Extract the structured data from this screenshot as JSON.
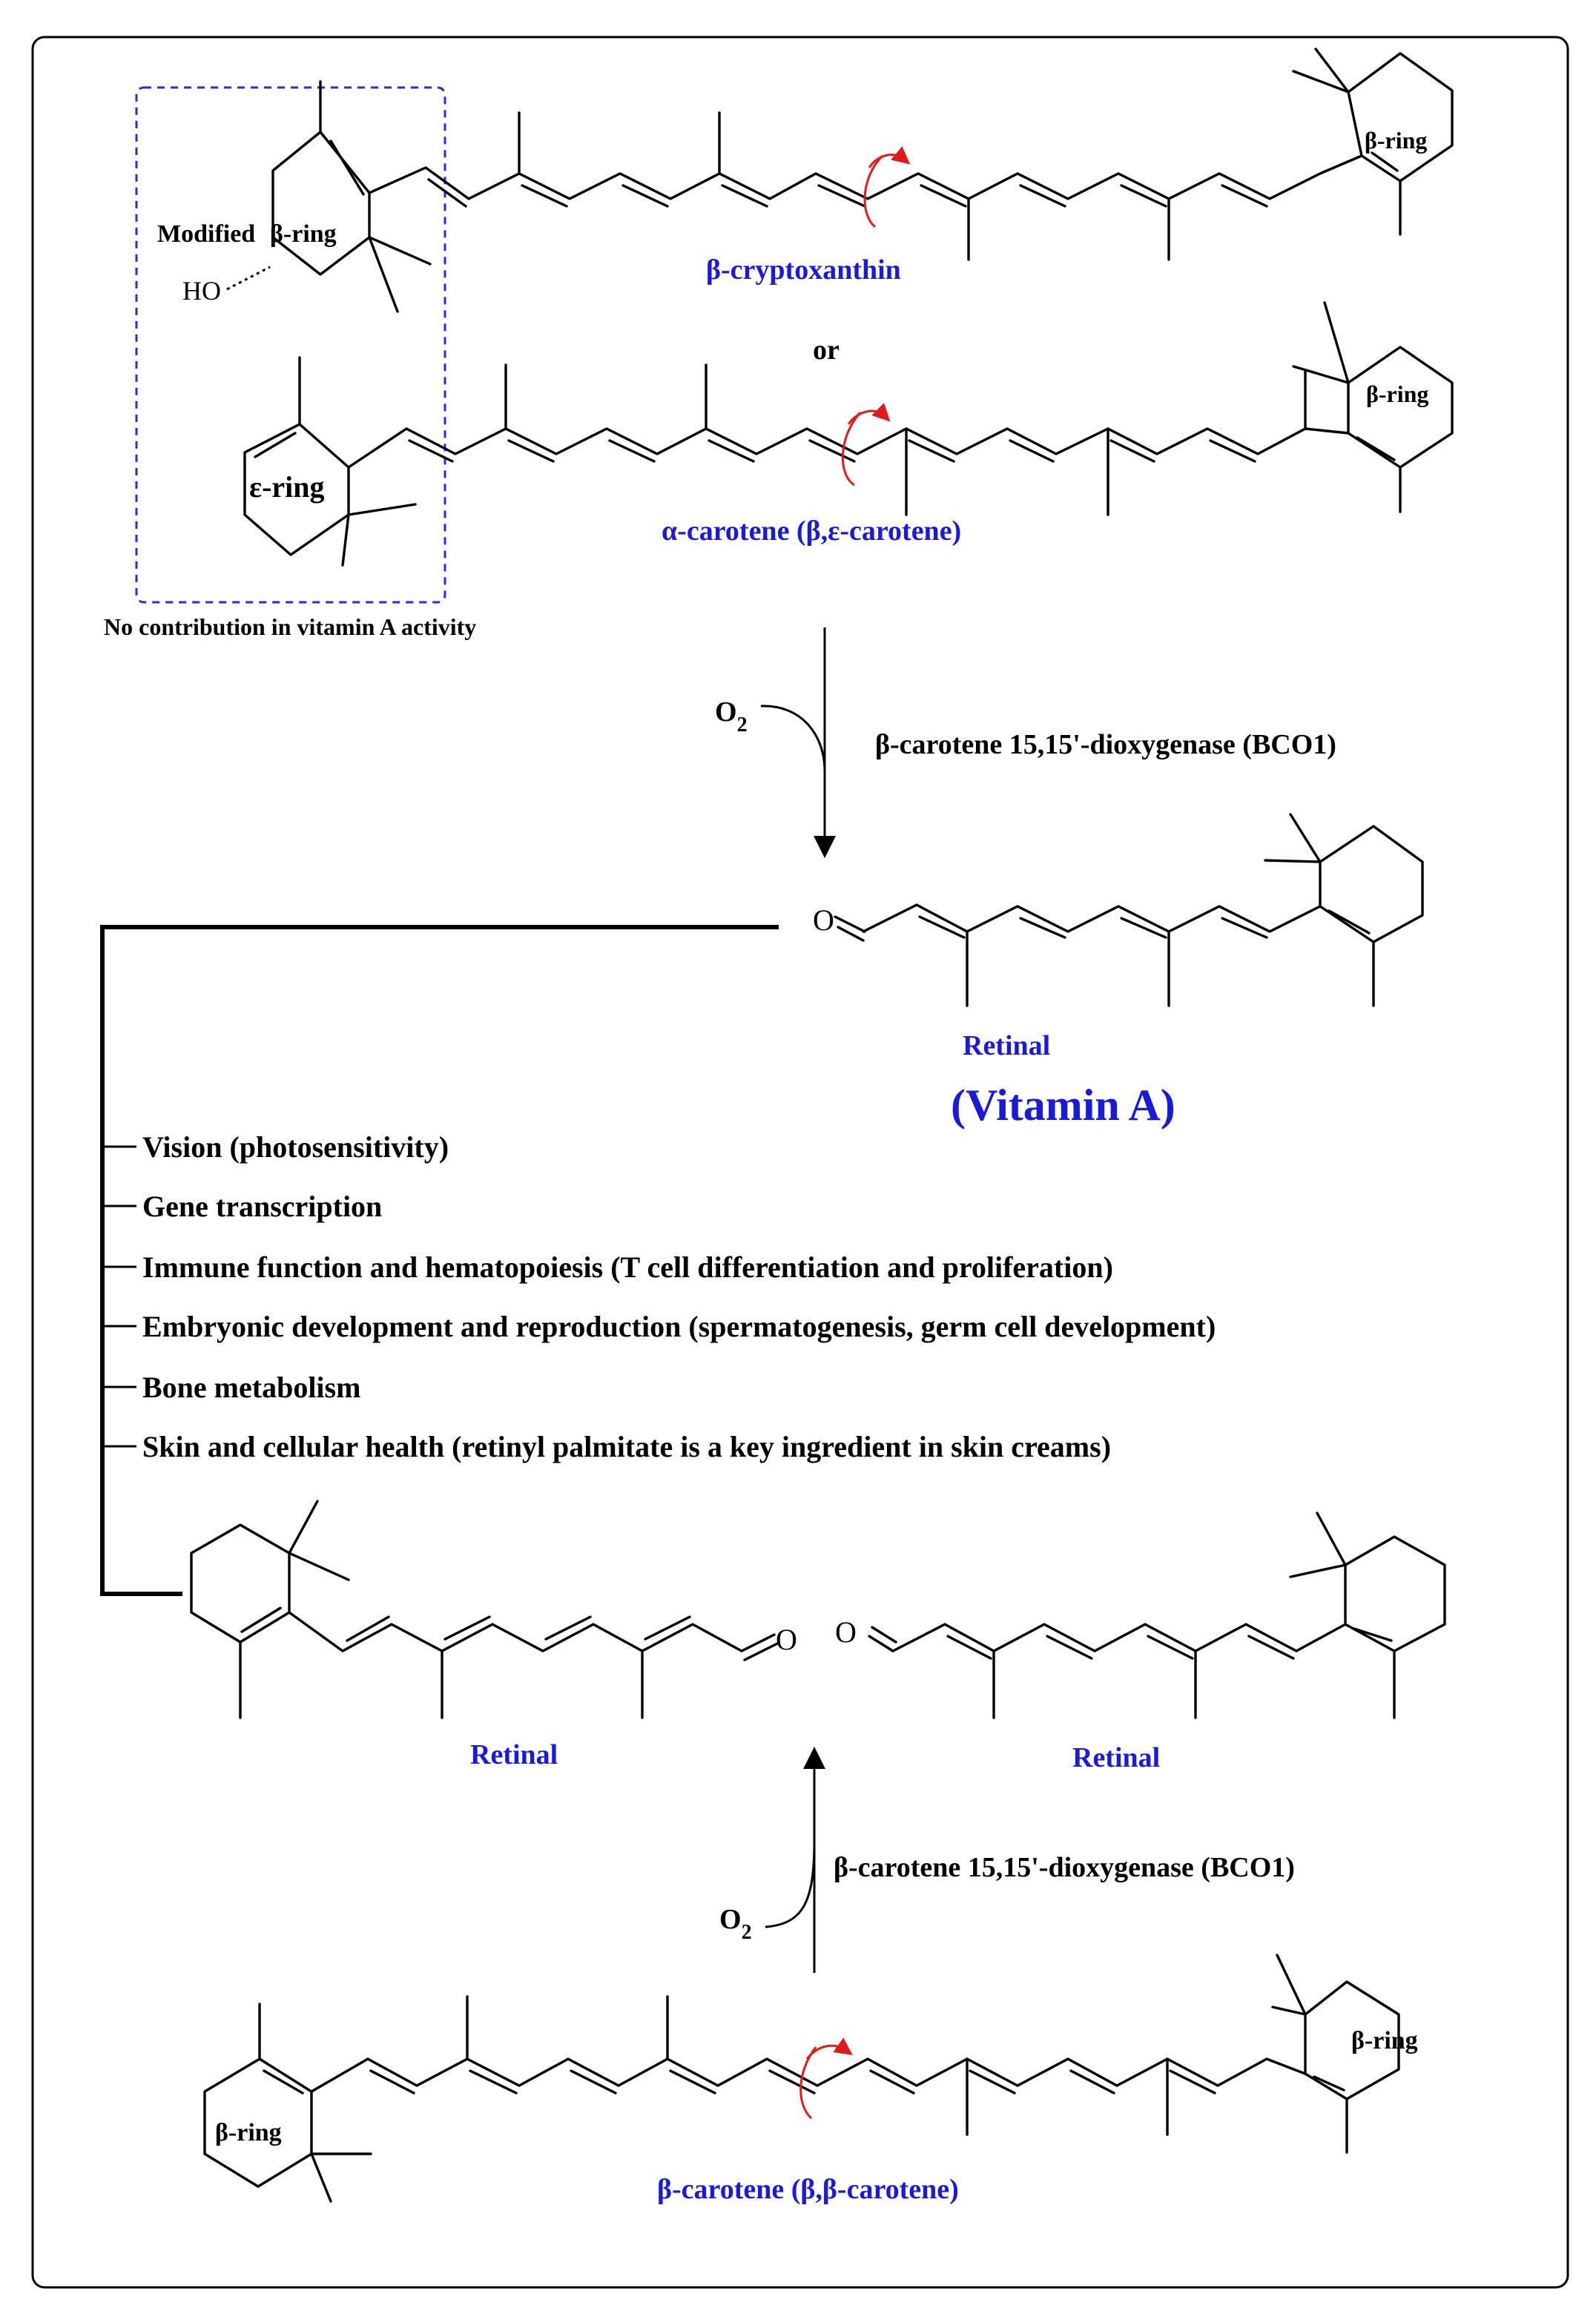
{
  "molecules": {
    "cryptoxanthin": {
      "name": "β-cryptoxanthin",
      "modified_ring_label_1": "Modified",
      "modified_ring_label_2": "β-ring",
      "ring_label": "β-ring",
      "hydroxyl": "HO"
    },
    "connector_or": "or",
    "alpha_carotene": {
      "name": "α-carotene (β,ε-carotene)",
      "epsilon_ring_label": "ε-ring",
      "ring_label": "β-ring"
    },
    "no_contribution_note": "No contribution in vitamin A activity",
    "retinal_top": {
      "name": "Retinal",
      "subtitle": "(Vitamin A)",
      "oxygen": "O"
    },
    "retinal_left": {
      "name": "Retinal",
      "oxygen": "O"
    },
    "retinal_right": {
      "name": "Retinal",
      "oxygen": "O"
    },
    "beta_carotene": {
      "name": "β-carotene (β,β-carotene)",
      "left_ring_label": "β-ring",
      "right_ring_label": "β-ring"
    }
  },
  "reactions": {
    "upper": {
      "reagent": "O",
      "reagent_sub": "2",
      "enzyme": "β-carotene 15,15'-dioxygenase (BCO1)"
    },
    "lower": {
      "reagent": "O",
      "reagent_sub": "2",
      "enzyme": "β-carotene 15,15'-dioxygenase (BCO1)"
    }
  },
  "functions": [
    "Vision (photosensitivity)",
    "Gene transcription",
    "Immune function and hematopoiesis (T cell differentiation and proliferation)",
    "Embryonic development and reproduction (spermatogenesis, germ cell development)",
    "Bone metabolism",
    "Skin and cellular health (retinyl palmitate is a key ingredient in skin creams)"
  ],
  "colors": {
    "name_color": "#1a1adb",
    "rotation_arrow": "#e01b1b",
    "dashed_box": "#2a2ae0",
    "text": "#000000"
  }
}
